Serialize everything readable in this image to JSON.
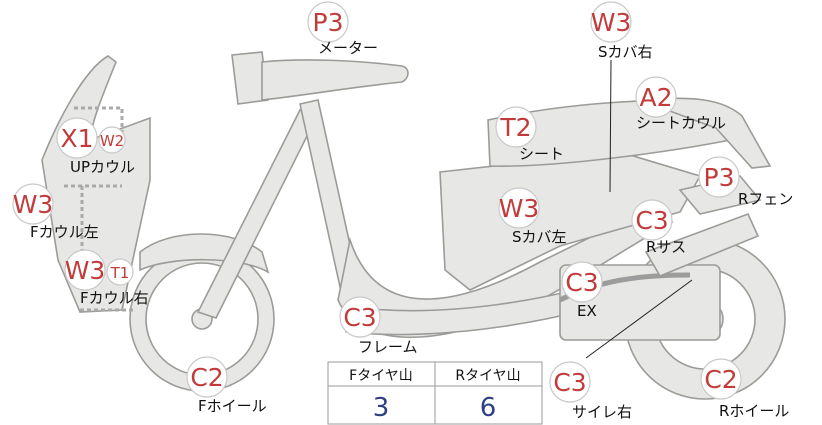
{
  "parts": {
    "meter": {
      "code": "P3",
      "label": "メーター"
    },
    "s_cover_right": {
      "code": "W3",
      "label": "Sカバ右"
    },
    "seat_cowl": {
      "code": "A2",
      "label": "シートカウル"
    },
    "seat": {
      "code": "T2",
      "label": "シート"
    },
    "up_cowl": {
      "code": "X1",
      "sub": "W2",
      "label": "UPカウル"
    },
    "f_cowl_left": {
      "code": "W3",
      "label": "Fカウル左"
    },
    "f_cowl_right": {
      "code": "W3",
      "sub": "T1",
      "label": "Fカウル右"
    },
    "s_cover_left": {
      "code": "W3",
      "label": "Sカバ左"
    },
    "r_fender": {
      "code": "P3",
      "label": "Rフェン"
    },
    "r_suspension": {
      "code": "C3",
      "label": "Rサス"
    },
    "exhaust": {
      "code": "C3",
      "label": "EX"
    },
    "frame": {
      "code": "C3",
      "label": "フレーム"
    },
    "f_wheel": {
      "code": "C2",
      "label": "Fホイール"
    },
    "muffler_right": {
      "code": "C3",
      "label": "サイレ右"
    },
    "r_wheel": {
      "code": "C2",
      "label": "Rホイール"
    }
  },
  "tire_table": {
    "headers": [
      "Fタイヤ山",
      "Rタイヤ山"
    ],
    "values": [
      "3",
      "6"
    ]
  },
  "colors": {
    "code_red": "#c23b3b",
    "table_value_blue": "#2f3f86",
    "part_fill": "#e7e7e5"
  }
}
